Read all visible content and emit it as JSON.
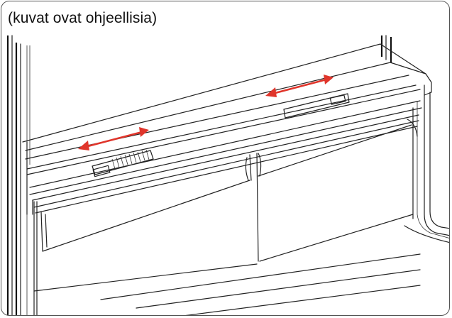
{
  "caption": "(kuvat ovat ohjeellisia)",
  "colors": {
    "arrow": "#e0352b",
    "line": "#222222",
    "frame": "#555555"
  },
  "icons": {
    "left_arrow": "double-headed-arrow",
    "right_arrow": "double-headed-arrow",
    "left_slider": "vent-slider",
    "right_slider": "slot-slider"
  }
}
